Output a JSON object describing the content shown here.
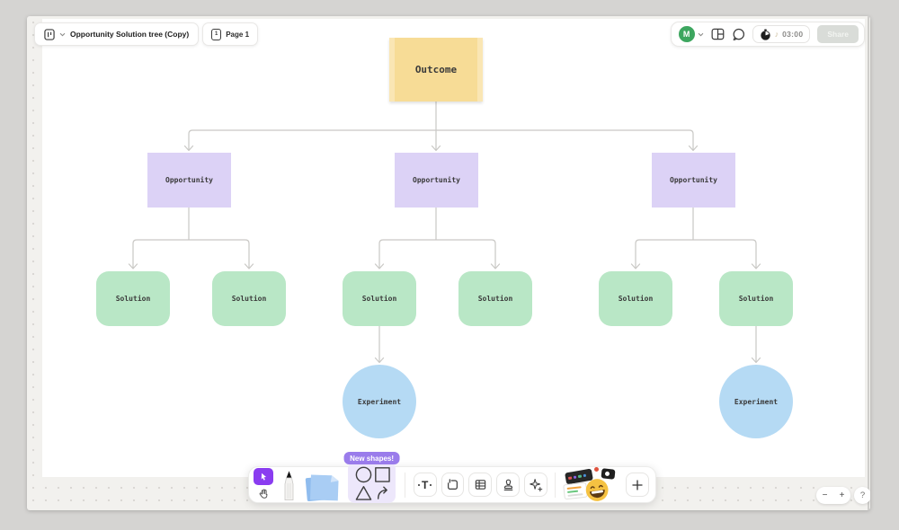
{
  "colors": {
    "accent_purple": "#8A3CF0",
    "badge_purple": "#9A7CEB",
    "avatar_green": "#3DA65F",
    "sticky_yellow": "#F7DC96",
    "sticky_yellow_edge": "#FAE6B4",
    "node_purple": "#DCD2F6",
    "node_green": "#B9E7C6",
    "node_blue": "#B5DAF4",
    "connector_gray": "#C9C8C5"
  },
  "file_bar": {
    "title": "Opportunity Solution tree (Copy)",
    "page_label": "Page 1",
    "page_icon_number": "1"
  },
  "top_right": {
    "avatar_initial": "M",
    "timer_value": "03:00",
    "share_label": "Share"
  },
  "canvas": {
    "outcome": {
      "label": "Outcome"
    },
    "opportunities": [
      {
        "label": "Opportunity"
      },
      {
        "label": "Opportunity"
      },
      {
        "label": "Opportunity"
      }
    ],
    "solutions": [
      {
        "label": "Solution"
      },
      {
        "label": "Solution"
      },
      {
        "label": "Solution"
      },
      {
        "label": "Solution"
      },
      {
        "label": "Solution"
      },
      {
        "label": "Solution"
      }
    ],
    "experiments": [
      {
        "label": "Experiment"
      },
      {
        "label": "Experiment"
      }
    ]
  },
  "toolbar": {
    "new_shapes_badge": "New shapes!",
    "text_tool_label": "T"
  },
  "zoom_controls": {
    "zoom_out": "−",
    "zoom_in": "+",
    "help": "?"
  }
}
